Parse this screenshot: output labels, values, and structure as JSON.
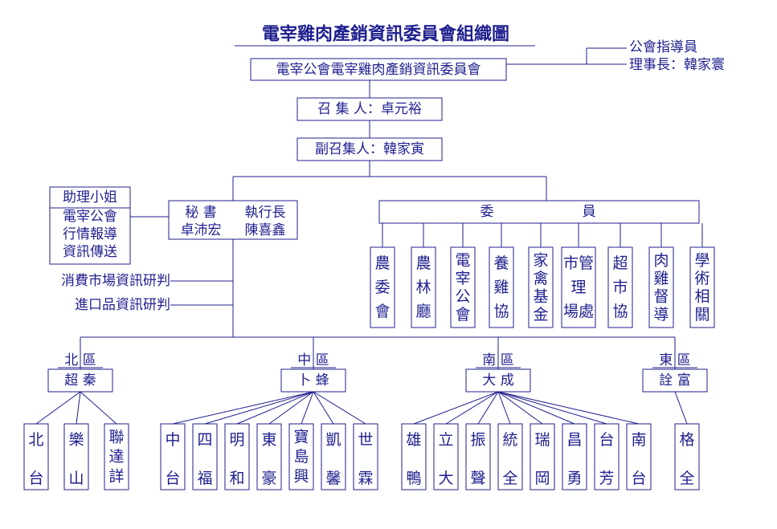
{
  "title": "電宰雞肉產銷資訊委員會組織圖",
  "root": "電宰公會電宰雞肉產銷資訊委員會",
  "guidance": {
    "line1": "公會指導員",
    "line2": "理事長：韓家寰"
  },
  "convener": "召 集 人：卓元裕",
  "deputy": "副召集人：韓家寅",
  "assistant": {
    "title": "助理小姐",
    "duties": [
      "電宰公會",
      "行情報導",
      "資訊傳送"
    ]
  },
  "secretary": {
    "role": "秘 書",
    "name": "卓沛宏"
  },
  "executive": {
    "role": "執行長",
    "name": "陳喜鑫"
  },
  "research": [
    "消費市場資訊研判",
    "進口品資訊研判"
  ],
  "committee": {
    "label_left": "委",
    "label_right": "員",
    "members": [
      [
        "農",
        "委",
        "會"
      ],
      [
        "農",
        "林",
        "廳"
      ],
      [
        "電",
        "宰",
        "公",
        "會"
      ],
      [
        "養",
        "雞",
        "協"
      ],
      [
        "家",
        "禽",
        "基",
        "金"
      ],
      [
        "市管",
        "理",
        "場處"
      ],
      [
        "超",
        "市",
        "協"
      ],
      [
        "肉",
        "雞",
        "督",
        "導"
      ],
      [
        "學",
        "術",
        "相",
        "關"
      ]
    ]
  },
  "regions": [
    {
      "label": "北 區",
      "leader": "超 秦",
      "members": [
        [
          "北",
          "台"
        ],
        [
          "樂",
          "山"
        ],
        [
          "聯",
          "達",
          "詳"
        ]
      ]
    },
    {
      "label": "中 區",
      "leader": "卜 蜂",
      "members": [
        [
          "中",
          "台"
        ],
        [
          "四",
          "福"
        ],
        [
          "明",
          "和"
        ],
        [
          "東",
          "豪"
        ],
        [
          "寶",
          "島",
          "興"
        ],
        [
          "凱",
          "馨"
        ],
        [
          "世",
          "霖"
        ]
      ]
    },
    {
      "label": "南 區",
      "leader": "大 成",
      "members": [
        [
          "雄",
          "鴨"
        ],
        [
          "立",
          "大"
        ],
        [
          "振",
          "聲"
        ],
        [
          "統",
          "全"
        ],
        [
          "瑞",
          "岡"
        ],
        [
          "昌",
          "勇"
        ],
        [
          "台",
          "芳"
        ],
        [
          "南",
          "台"
        ]
      ]
    },
    {
      "label": "東 區",
      "leader": "詮 富",
      "members": [
        [
          "格",
          "全"
        ]
      ]
    }
  ]
}
